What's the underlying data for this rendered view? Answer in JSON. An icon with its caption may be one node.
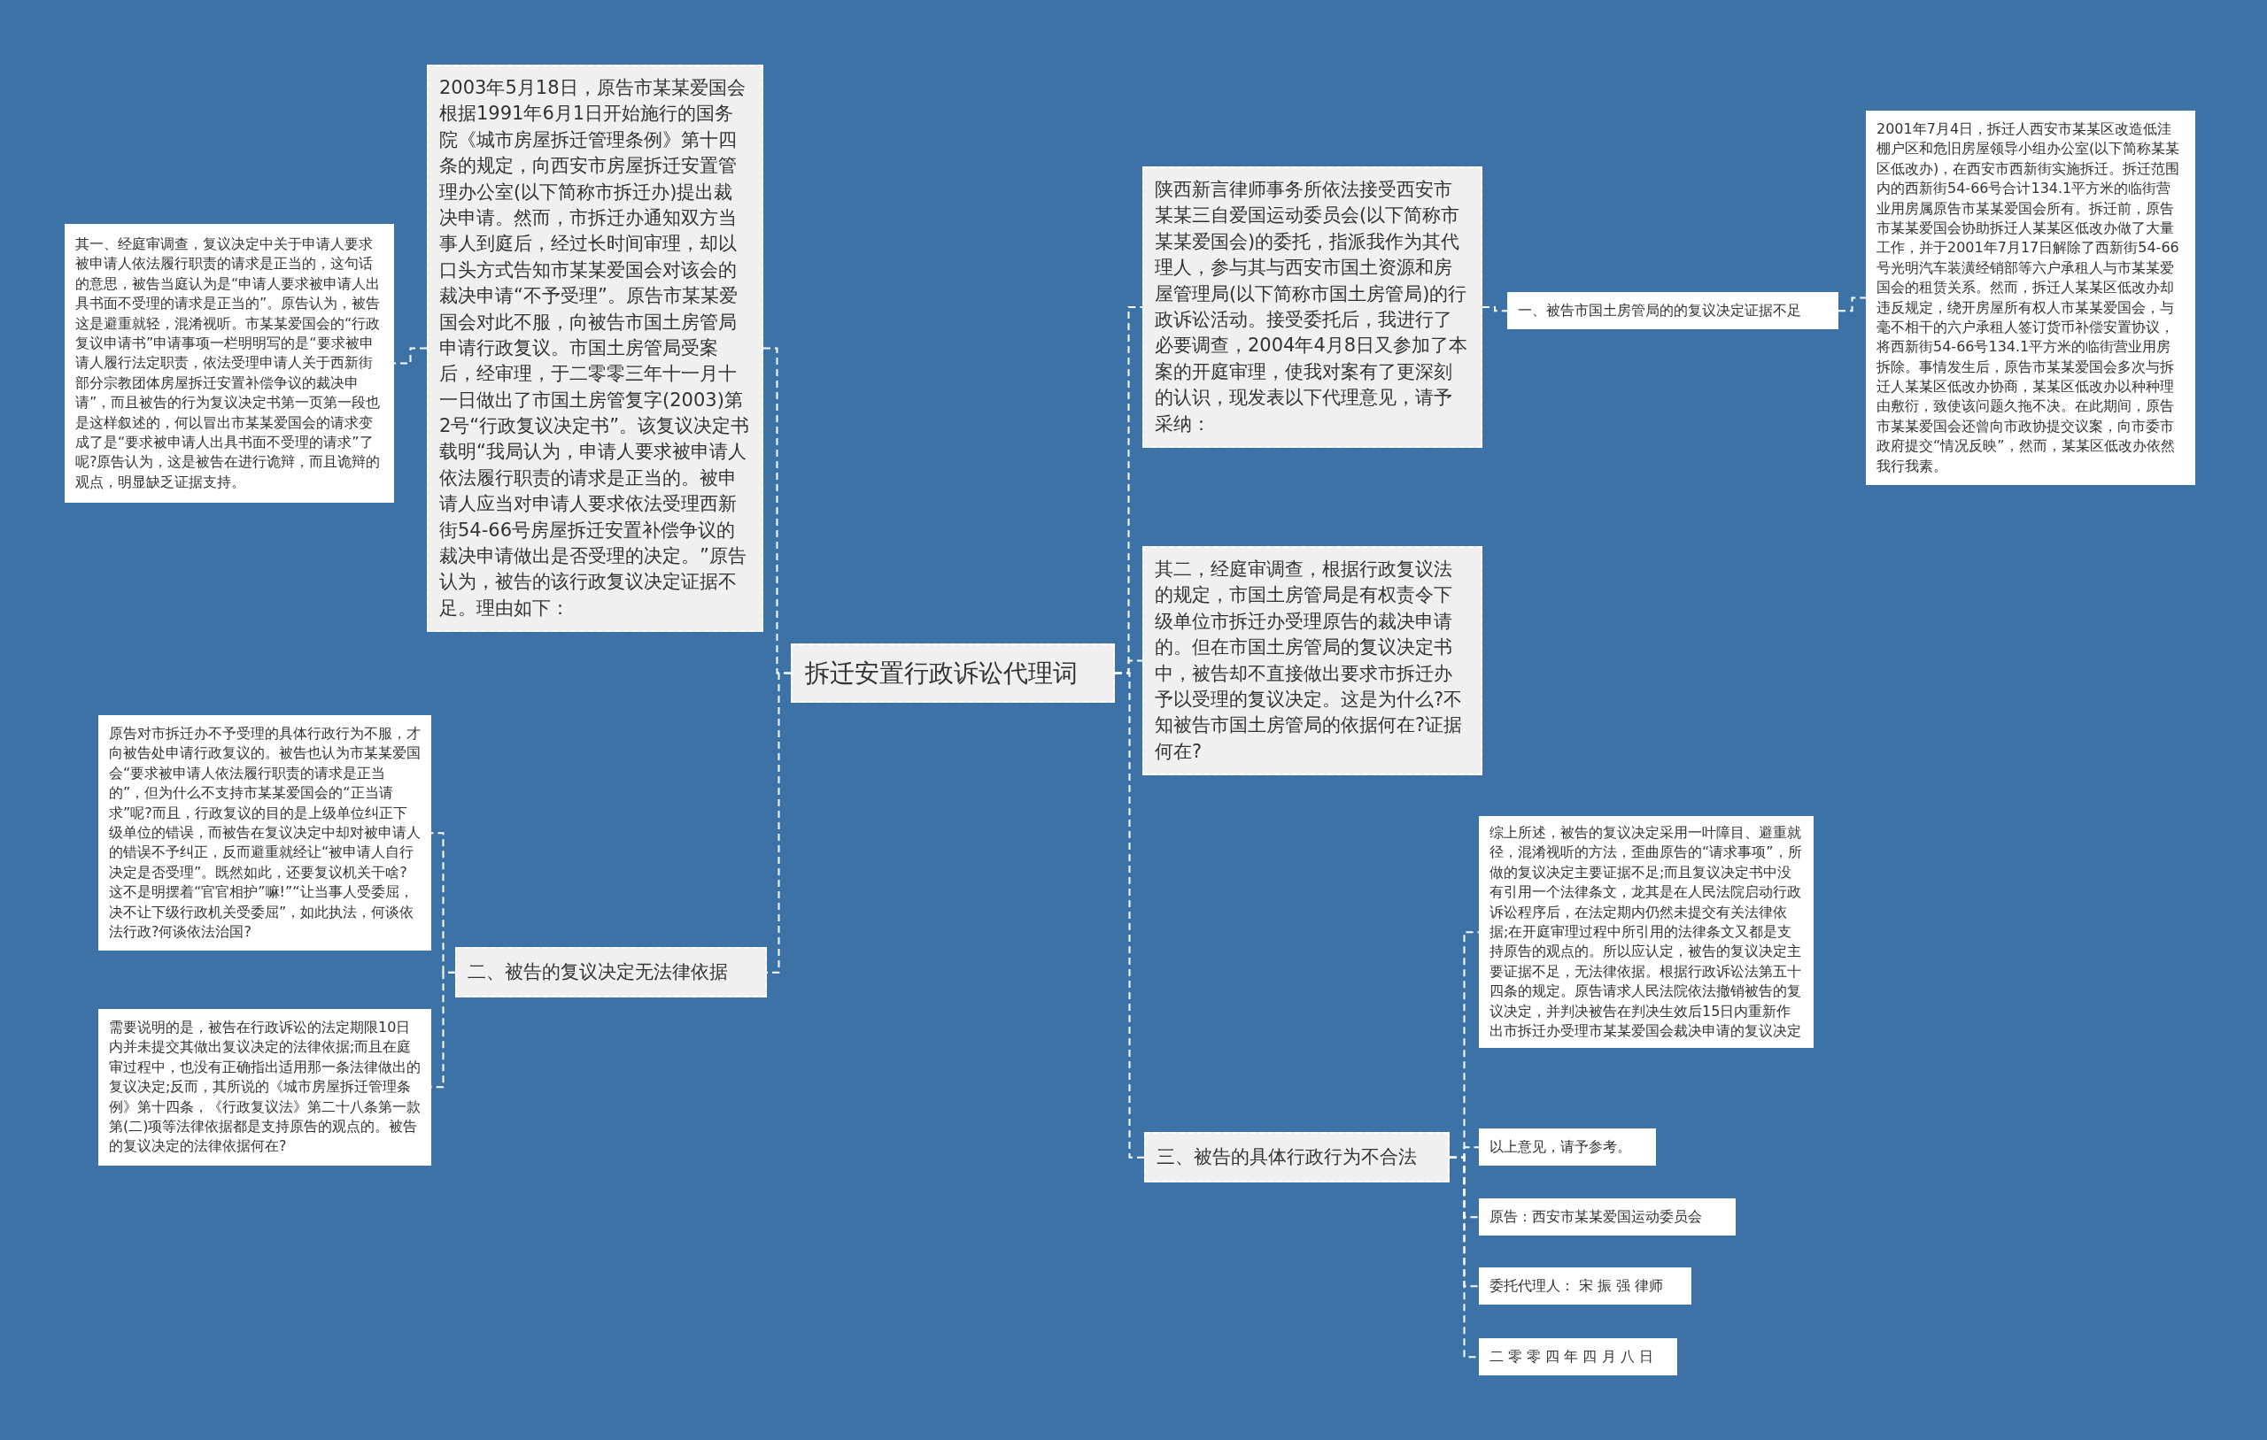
{
  "diagram": {
    "nodes": [
      {
        "text": [
          "拆迁安置行政诉讼代理词"
        ]
      },
      {
        "text": [
          "2003年5月18日，原告市某某爱国会根据1991年6月1日开始施行的国务院《城市房屋拆迁管理条例》第十四条的规定，向西安市房屋拆迁安置管理办公室(以下简称市拆迁办)提出裁决申请。然而，市拆迁办通知双方当事人到庭后，经过长时间审理，却以口头方式告知市某某爱国会对该会的裁决申请“不予受理”。原告市某某爱国会对此不服，向被告市国土房管局申请行政复议。市国土房管局受案后，经审理，于二零零三年十一月十一日做出了市国土房管复字(2003)第2号“行政复议决定书”。该复议决定书载明“我局认为，申请人要求被申请人依法履行职责的请求是正当的。被申请人应当对申请人要求依法受理西新街54-66号房屋拆迁安置补偿争议的裁决申请做出是否受理的决定。”原告认为，被告的该行政复议决定证据不足。理由如下："
        ]
      },
      {
        "text": [
          "其一、经庭审调查，复议决定中关于申请人要求被申请人依法履行职责的请求是正当的，这句话的意思，被告当庭认为是“申请人要求被申请人出具书面不受理的请求是正当的”。原告认为，被告这是避重就轻，混淆视听。市某某爱国会的“行政复议申请书”申请事项一栏明明写的是“要求被申请人履行法定职责，依法受理申请人关于西新街部分宗教团体房屋拆迁安置补偿争议的裁决申请”，而且被告的行为复议决定书第一页第一段也是这样叙述的，何以冒出市某某爱国会的请求变成了是“要求被申请人出具书面不受理的请求”了呢?原告认为，这是被告在进行诡辩，而且诡辩的观点，明显缺乏证据支持。"
        ]
      },
      {
        "text": [
          "二、被告的复议决定无法律依据"
        ]
      },
      {
        "text": [
          "原告对市拆迁办不予受理的具体行政行为不服，才向被告处申请行政复议的。被告也认为市某某爱国会“要求被申请人依法履行职责的请求是正当的”，但为什么不支持市某某爱国会的“正当请求”呢?而且，行政复议的目的是上级单位纠正下级单位的错误，而被告在复议决定中却对被申请人的错误不予纠正，反而避重就经让“被申请人自行决定是否受理”。既然如此，还要复议机关干啥?这不是明摆着“官官相护”嘛!”“让当事人受委屈，决不让下级行政机关受委屈”，如此执法，何谈依法行政?何谈依法治国?"
        ]
      },
      {
        "text": [
          "需要说明的是，被告在行政诉讼的法定期限10日内并未提交其做出复议决定的法律依据;而且在庭审过程中，也没有正确指出适用那一条法律做出的复议决定;反而，其所说的《城市房屋拆迁管理条例》第十四条，《行政复议法》第二十八条第一款第(二)项等法律依据都是支持原告的观点的。被告的复议决定的法律依据何在?"
        ]
      },
      {
        "text": [
          "陕西新言律师事务所依法接受西安市某某三自爱国运动委员会(以下简称市某某爱国会)的委托，指派我作为其代理人，参与其与西安市国土资源和房屋管理局(以下简称市国土房管局)的行政诉讼活动。接受委托后，我进行了必要调查，2004年4月8日又参加了本案的开庭审理，使我对案有了更深刻的认识，现发表以下代理意见，请予采纳："
        ]
      },
      {
        "text": [
          "一、被告市国土房管局的的复议决定证据不足"
        ]
      },
      {
        "text": [
          "2001年7月4日，拆迁人西安市某某区改造低洼棚户区和危旧房屋领导小组办公室(以下简称某某区低改办)，在西安市西新街实施拆迁。拆迁范围内的西新街54-66号合计134.1平方米的临街营业用房属原告市某某爱国会所有。拆迁前，原告市某某爱国会协助拆迁人某某区低改办做了大量工作，并于2001年7月17日解除了西新街54-66号光明汽车装潢经销部等六户承租人与市某某爱国会的租赁关系。然而，拆迁人某某区低改办却违反规定，绕开房屋所有权人市某某爱国会，与毫不相干的六户承租人签订货币补偿安置协议，将西新街54-66号134.1平方米的临街营业用房拆除。事情发生后，原告市某某爱国会多次与拆迁人某某区低改办协商，某某区低改办以种种理由敷衍，致使该问题久拖不决。在此期间，原告市某某爱国会还曾向市政协提交议案，向市委市政府提交“情况反映”，然而，某某区低改办依然我行我素。"
        ]
      },
      {
        "text": [
          "其二，经庭审调查，根据行政复议法的规定，市国土房管局是有权责令下级单位市拆迁办受理原告的裁决申请的。但在市国土房管局的复议决定书中，被告却不直接做出要求市拆迁办予以受理的复议决定。这是为什么?不知被告市国土房管局的依据何在?证据何在?"
        ]
      },
      {
        "text": [
          "三、被告的具体行政行为不合法"
        ]
      },
      {
        "text": [
          "综上所述，被告的复议决定采用一叶障目、避重就径，混淆视听的方法，歪曲原告的“请求事项”，所做的复议决定主要证据不足;而且复议决定书中没有引用一个法律条文，龙其是在人民法院启动行政诉讼程序后，在法定期内仍然未提交有关法律依据;在开庭审理过程中所引用的法律条文又都是支持原告的观点的。所以应认定，被告的复议决定主要证据不足，无法律依据。根据行政诉讼法第五十四条的规定。原告请求人民法院依法撤销被告的复议决定，并判决被告在判决生效后15日内重新作出市拆迁办受理市某某爱国会裁决申请的复议决定"
        ]
      },
      {
        "text": [
          "以上意见，请予参考。"
        ]
      },
      {
        "text": [
          "原告：西安市某某爱国运动委员会"
        ]
      },
      {
        "text": [
          "委托代理人： 宋 振 强 律师"
        ]
      },
      {
        "text": [
          "二 零 零 四 年 四 月 八 日"
        ]
      }
    ],
    "edges": [
      {
        "from": 0,
        "to": 1,
        "arrow": "none"
      },
      {
        "from": 1,
        "to": 2,
        "arrow": "none"
      },
      {
        "from": 0,
        "to": 3,
        "arrow": "none"
      },
      {
        "from": 3,
        "to": 4,
        "arrow": "none"
      },
      {
        "from": 3,
        "to": 5,
        "arrow": "none"
      },
      {
        "from": 0,
        "to": 6,
        "arrow": "none"
      },
      {
        "from": 6,
        "to": 7,
        "arrow": "none"
      },
      {
        "from": 7,
        "to": 8,
        "arrow": "none"
      },
      {
        "from": 0,
        "to": 9,
        "arrow": "none"
      },
      {
        "from": 0,
        "to": 10,
        "arrow": "none"
      },
      {
        "from": 10,
        "to": 11,
        "arrow": "none"
      },
      {
        "from": 10,
        "to": 12,
        "arrow": "none"
      },
      {
        "from": 10,
        "to": 13,
        "arrow": "none"
      },
      {
        "from": 10,
        "to": 14,
        "arrow": "none"
      },
      {
        "from": 10,
        "to": 15,
        "arrow": "none"
      }
    ]
  }
}
